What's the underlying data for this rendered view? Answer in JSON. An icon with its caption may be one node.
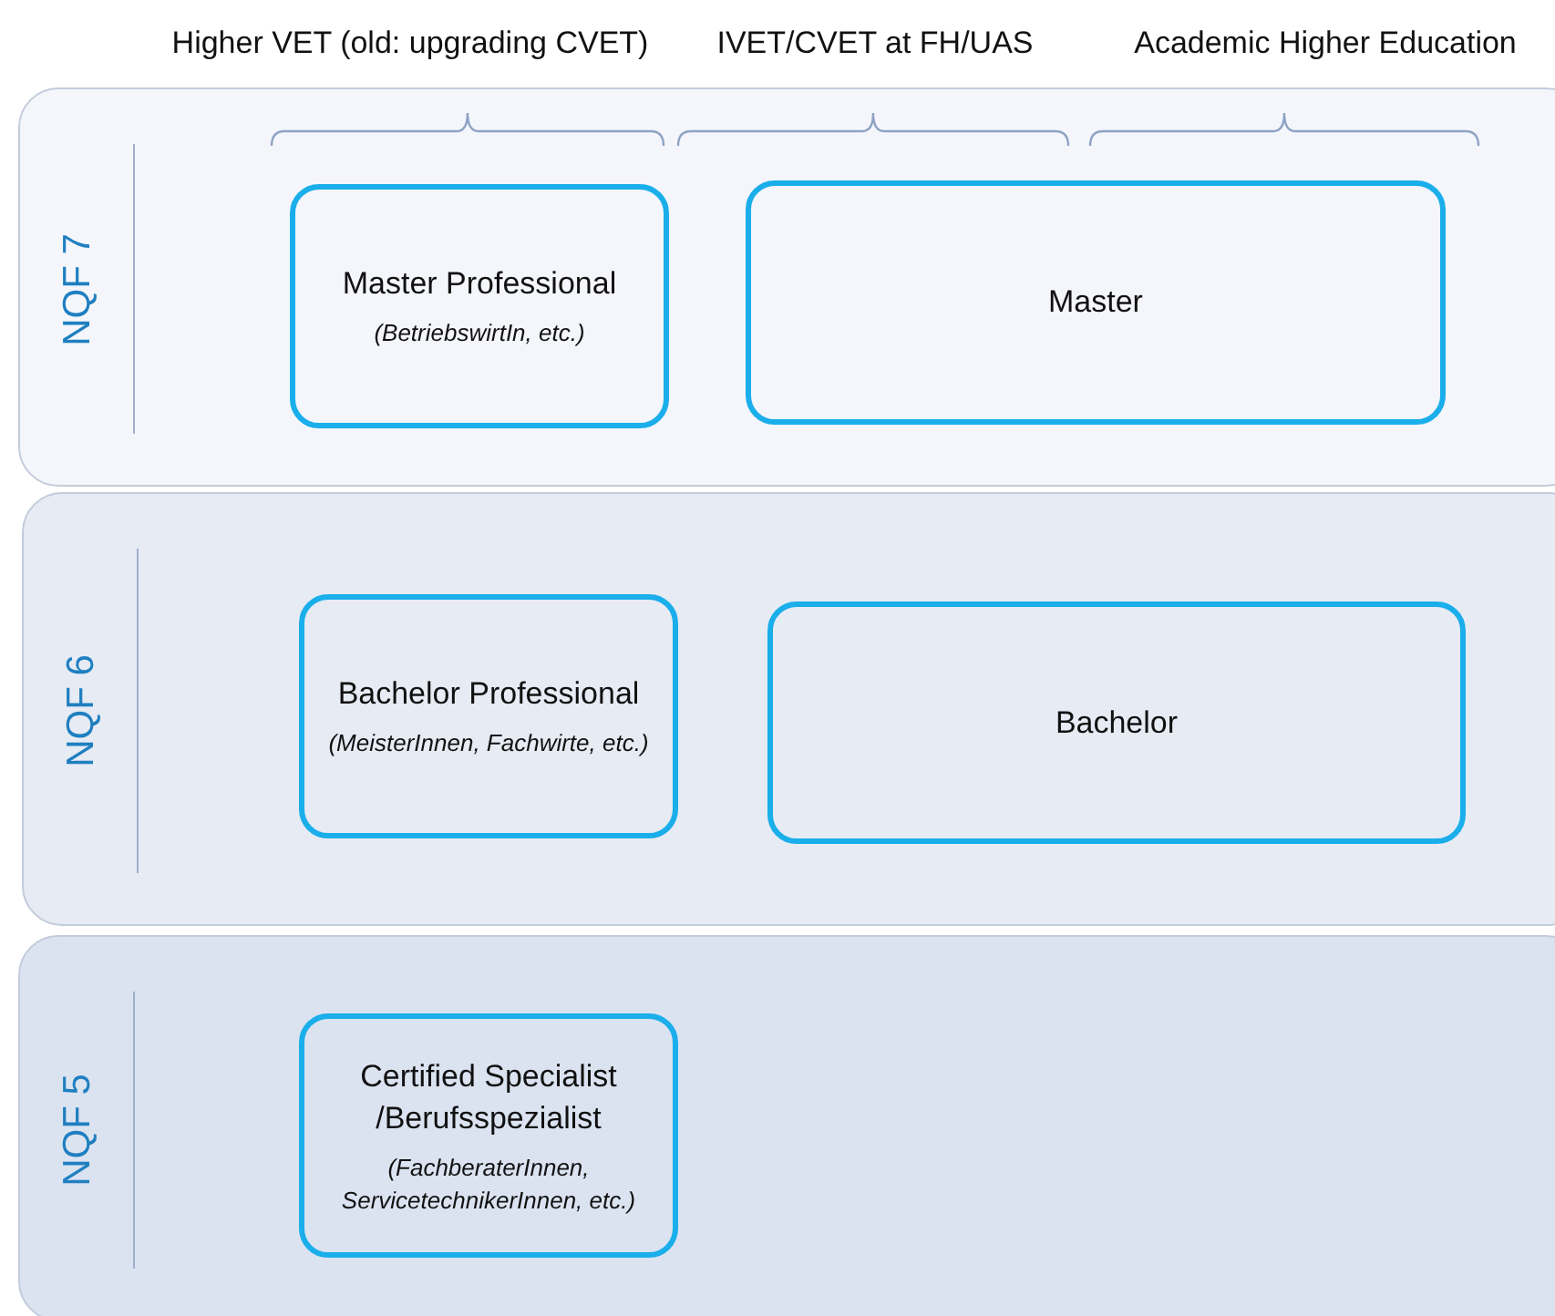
{
  "diagram": {
    "nodes": [
      {
        "text": [
          "NQF 7"
        ]
      },
      {
        "text": [
          "Master Professional",
          "(BetriebswirtIn, etc.)"
        ],
        "in": 0
      },
      {
        "text": [
          "Master"
        ],
        "in": 0
      },
      {
        "text": [
          "NQF 6"
        ]
      },
      {
        "text": [
          "Bachelor Professional",
          "(MeisterInnen, Fachwirte, etc.)"
        ],
        "in": 3
      },
      {
        "text": [
          "Bachelor"
        ],
        "in": 3
      },
      {
        "text": [
          "NQF 5"
        ]
      },
      {
        "text": [
          "Certified Specialist /Berufsspezialist",
          "(FachberaterInnen, ServicetechnikerInnen, etc.)"
        ],
        "in": 6
      }
    ],
    "edges": [],
    "labels": [
      "Higher VET (old: upgrading CVET)",
      "IVET/CVET at FH/UAS",
      "Academic Higher Education"
    ]
  }
}
